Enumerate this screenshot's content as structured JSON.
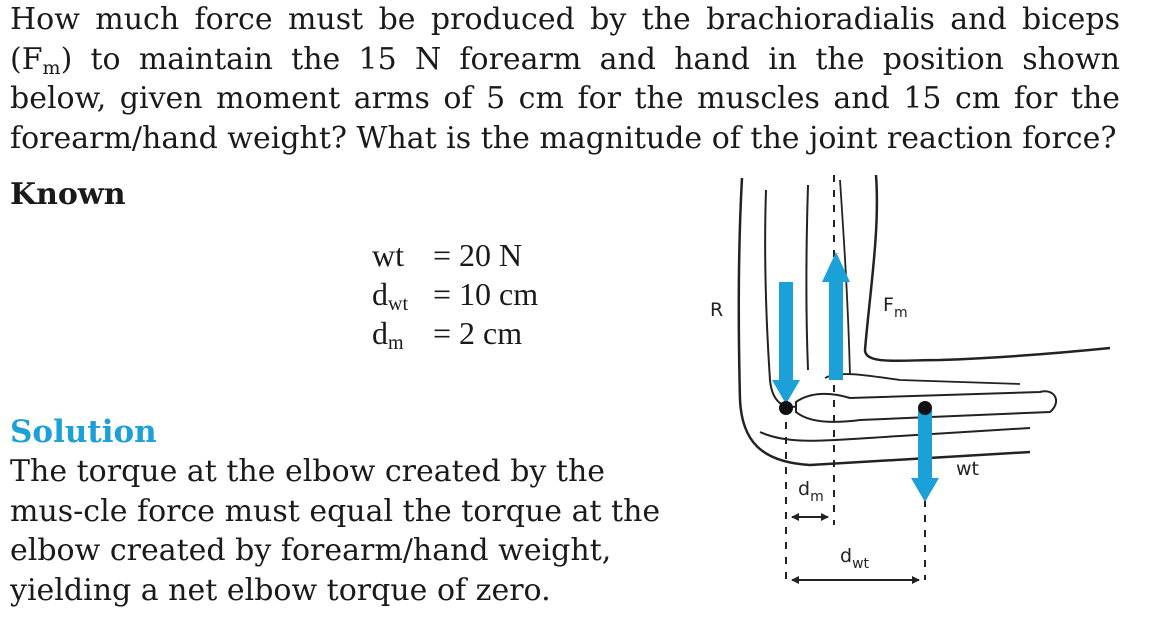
{
  "question": {
    "part1": "How much force must be produced by the brachioradialis and biceps (F",
    "fm_sub": "m",
    "part2": ") to maintain the 15 N forearm and hand in the position shown below, given moment arms of 5 cm for the muscles and 15 cm for the forearm/hand weight? What is the magnitude of the joint reaction force?"
  },
  "known": {
    "heading": "Known",
    "rows": [
      {
        "symbol": "wt",
        "sub": "",
        "eq": "=",
        "value": "20 N"
      },
      {
        "symbol": "d",
        "sub": "wt",
        "eq": "=",
        "value": "10 cm"
      },
      {
        "symbol": "d",
        "sub": "m",
        "eq": "=",
        "value": "2 cm"
      }
    ]
  },
  "solution": {
    "heading": "Solution",
    "text": "The torque at the elbow created by the mus-cle force must equal the torque at the elbow created by forearm/hand weight, yielding a net elbow torque of zero."
  },
  "diagram": {
    "labels": {
      "r": "R",
      "fm_main": "F",
      "fm_sub": "m",
      "wt": "wt",
      "dm_main": "d",
      "dm_sub": "m",
      "dwt_main": "d",
      "dwt_sub": "wt"
    },
    "arrow_color": "#1ba0d8",
    "line_color": "#222222"
  }
}
